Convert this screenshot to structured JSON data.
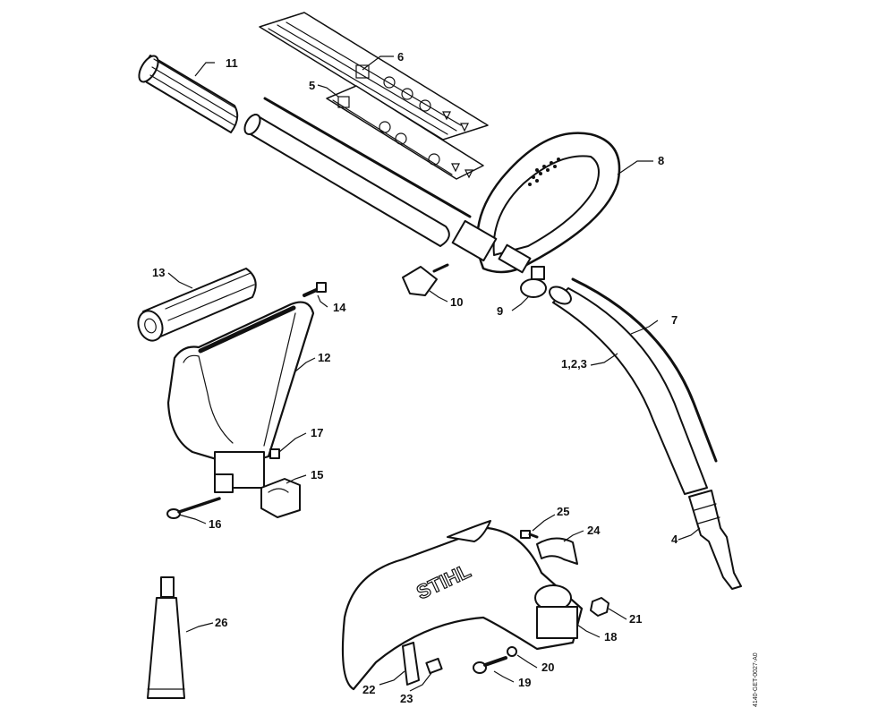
{
  "callouts": [
    {
      "label": "1,2,3"
    },
    {
      "label": "4"
    },
    {
      "label": "5"
    },
    {
      "label": "6"
    },
    {
      "label": "7"
    },
    {
      "label": "8"
    },
    {
      "label": "9"
    },
    {
      "label": "10"
    },
    {
      "label": "11"
    },
    {
      "label": "12"
    },
    {
      "label": "13"
    },
    {
      "label": "14"
    },
    {
      "label": "15"
    },
    {
      "label": "16"
    },
    {
      "label": "17"
    },
    {
      "label": "18"
    },
    {
      "label": "19"
    },
    {
      "label": "20"
    },
    {
      "label": "21"
    },
    {
      "label": "22"
    },
    {
      "label": "23"
    },
    {
      "label": "24"
    },
    {
      "label": "25"
    },
    {
      "label": "26"
    }
  ],
  "drawing_code": "4140-GET-0027-A0",
  "guard_brand": "STIHL"
}
